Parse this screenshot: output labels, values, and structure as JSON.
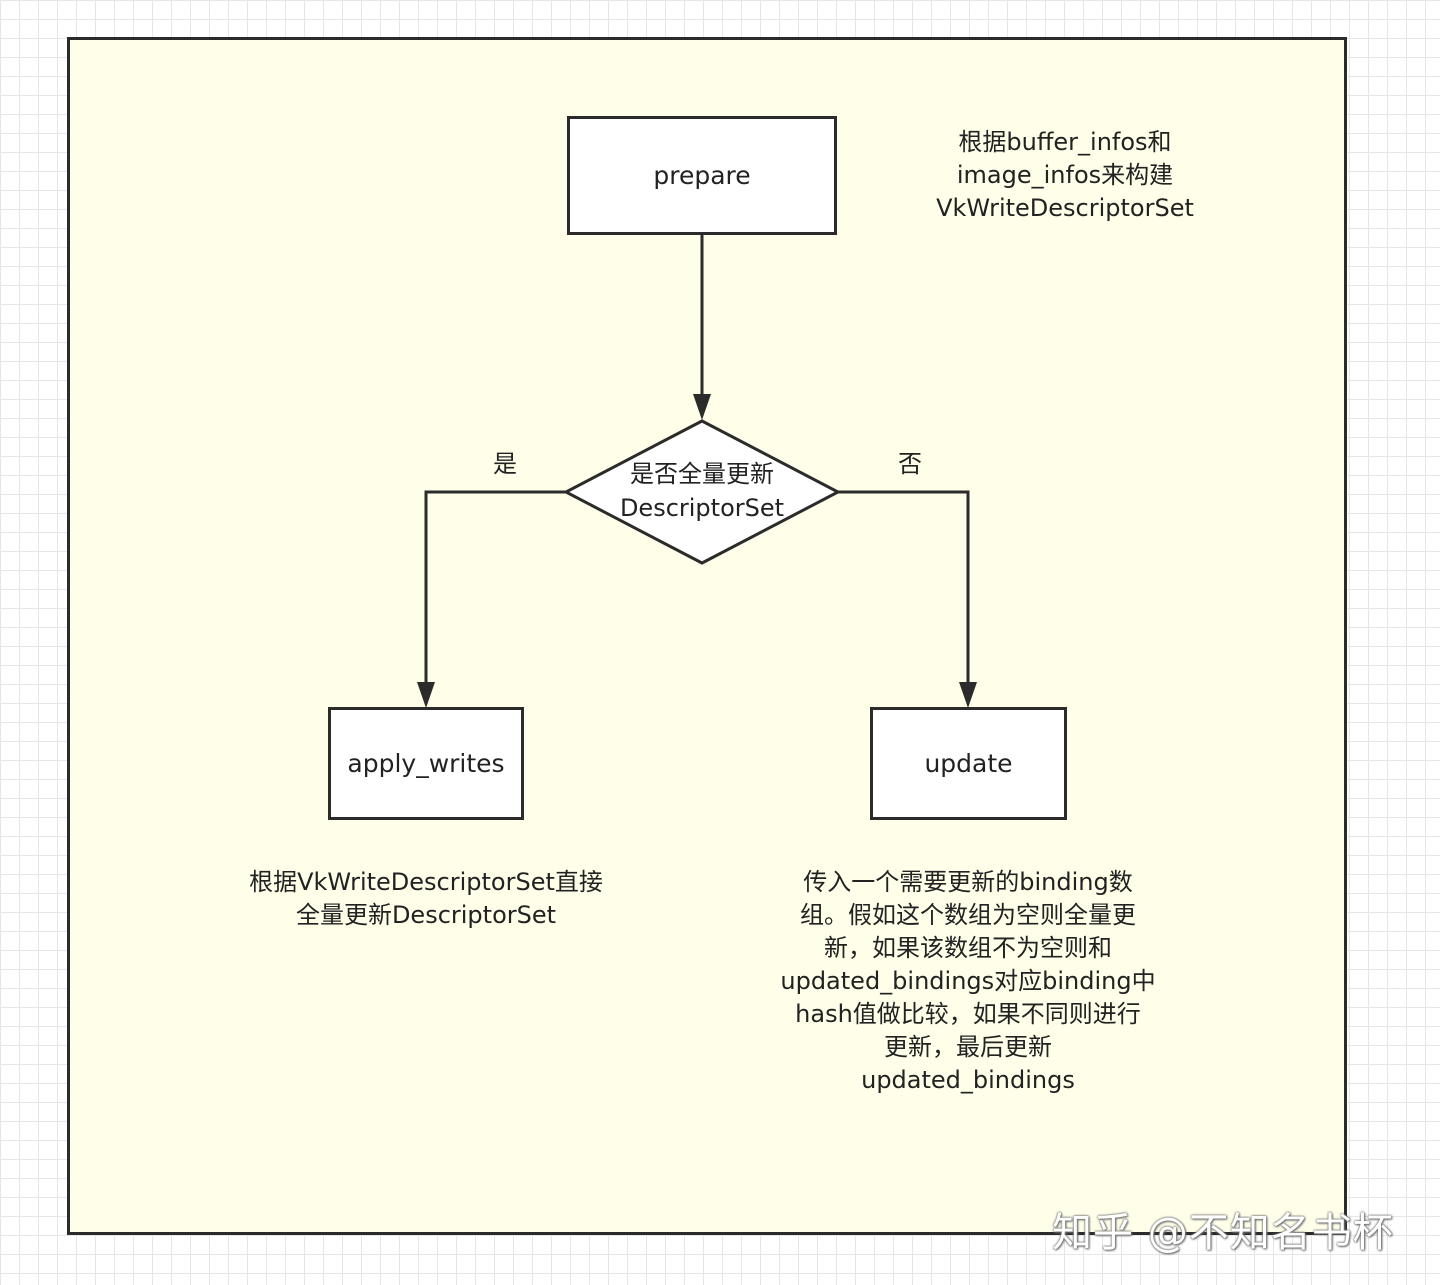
{
  "nodes": {
    "prepare": "prepare",
    "decision_line1": "是否全量更新",
    "decision_line2": "DescriptorSet",
    "apply_writes": "apply_writes",
    "update": "update"
  },
  "branches": {
    "yes": "是",
    "no": "否"
  },
  "notes": {
    "prepare": [
      "根据buffer_infos和",
      "image_infos来构建",
      "VkWriteDescriptorSet"
    ],
    "apply_writes": [
      "根据VkWriteDescriptorSet直接",
      "全量更新DescriptorSet"
    ],
    "update": [
      "传入一个需要更新的binding数",
      "组。假如这个数组为空则全量更",
      "新，如果该数组不为空则和",
      "updated_bindings对应binding中",
      "hash值做比较，如果不同则进行",
      "更新，最后更新",
      "updated_bindings"
    ]
  },
  "watermark": "知乎 @不知名书杯",
  "colors": {
    "canvas": "#fefee9",
    "stroke": "#2b2b2b",
    "grid": "#e6e6e6"
  }
}
